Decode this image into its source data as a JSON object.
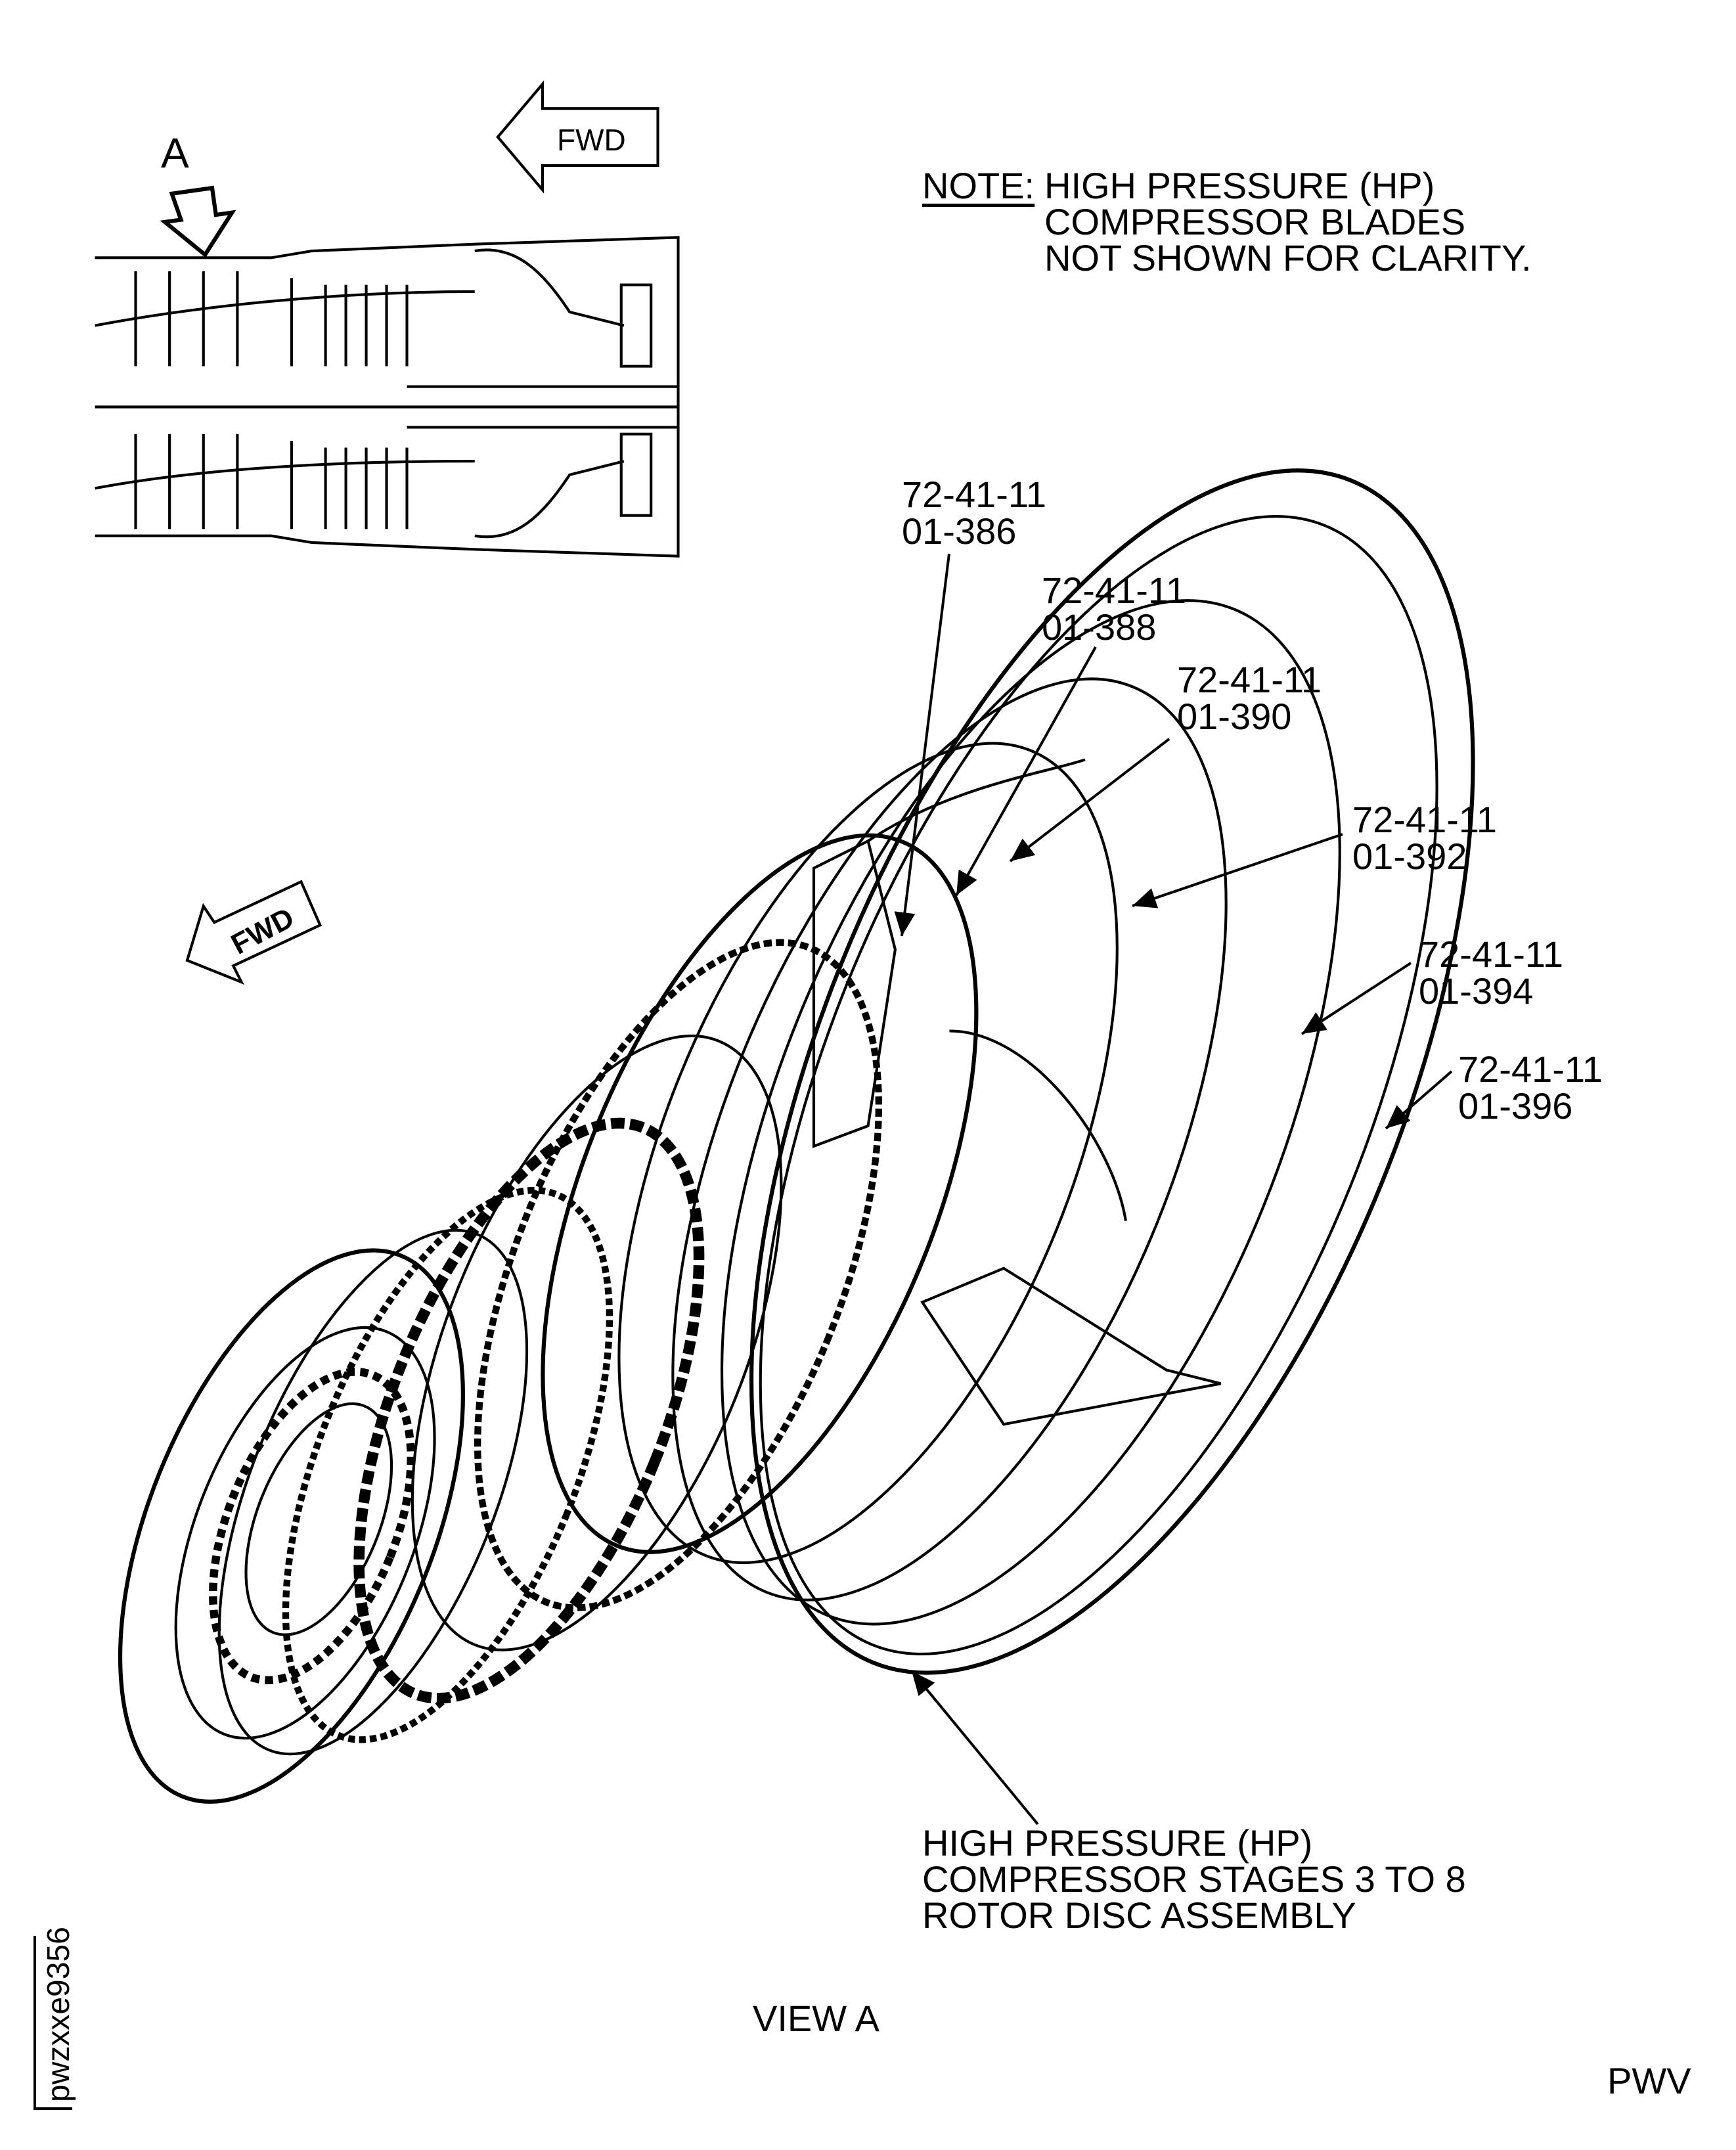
{
  "inset": {
    "view_letter": "A",
    "fwd_label": "FWD"
  },
  "note": {
    "prefix": "NOTE:",
    "lines": [
      "HIGH PRESSURE (HP)",
      "COMPRESSOR BLADES",
      "NOT SHOWN FOR CLARITY."
    ]
  },
  "main_fwd_label": "FWD",
  "callouts": [
    {
      "line1": "72-41-11",
      "line2": "01-386"
    },
    {
      "line1": "72-41-11",
      "line2": "01-388"
    },
    {
      "line1": "72-41-11",
      "line2": "01-390"
    },
    {
      "line1": "72-41-11",
      "line2": "01-392"
    },
    {
      "line1": "72-41-11",
      "line2": "01-394"
    },
    {
      "line1": "72-41-11",
      "line2": "01-396"
    }
  ],
  "assembly_label": [
    "HIGH PRESSURE (HP)",
    "COMPRESSOR STAGES 3 TO 8",
    "ROTOR DISC ASSEMBLY"
  ],
  "view_title": "VIEW A",
  "figure_id": "pwzxxe9356",
  "corner_code": "PWV"
}
